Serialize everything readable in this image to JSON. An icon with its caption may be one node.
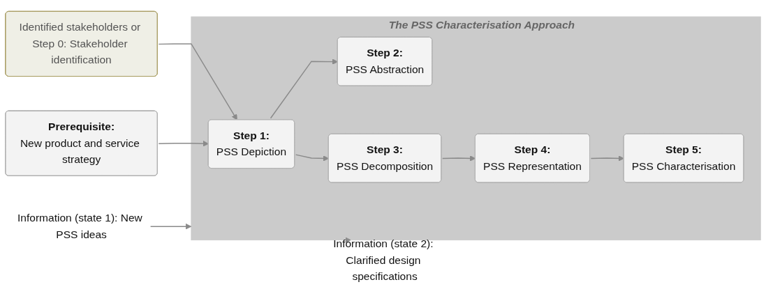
{
  "diagram": {
    "nodes": [
      {
        "text": [
          "Identified stakeholders or Step 0: Stakeholder identification"
        ]
      },
      {
        "text": [
          "Prerequisite:",
          "New product and service strategy"
        ]
      },
      {
        "text": [
          "The PSS Characterisation Approach"
        ]
      },
      {
        "text": [
          "Step 1:",
          "PSS Depiction"
        ],
        "in": 2
      },
      {
        "text": [
          "Step 2:",
          "PSS Abstraction"
        ],
        "in": 2
      },
      {
        "text": [
          "Step 3:",
          "PSS Decomposition"
        ],
        "in": 2
      },
      {
        "text": [
          "Step 4:",
          "PSS Representation"
        ],
        "in": 2
      },
      {
        "text": [
          "Step 5:",
          "PSS Characterisation"
        ],
        "in": 2
      },
      {
        "text": [
          "Information (state 1): New PSS ideas"
        ]
      },
      {
        "text": [
          "Information (state 2): Clarified design specifications"
        ]
      }
    ],
    "edges": [
      {
        "from": 0,
        "to": 3,
        "arrow": "to"
      },
      {
        "from": 1,
        "to": 3,
        "arrow": "to"
      },
      {
        "from": 3,
        "to": 4,
        "arrow": "to"
      },
      {
        "from": 3,
        "to": 5,
        "arrow": "to"
      },
      {
        "from": 5,
        "to": 6,
        "arrow": "to"
      },
      {
        "from": 6,
        "to": 7,
        "arrow": "to"
      },
      {
        "from": 8,
        "to": 2,
        "arrow": "to"
      },
      {
        "from": 2,
        "to": 9,
        "arrow": "to"
      }
    ]
  }
}
